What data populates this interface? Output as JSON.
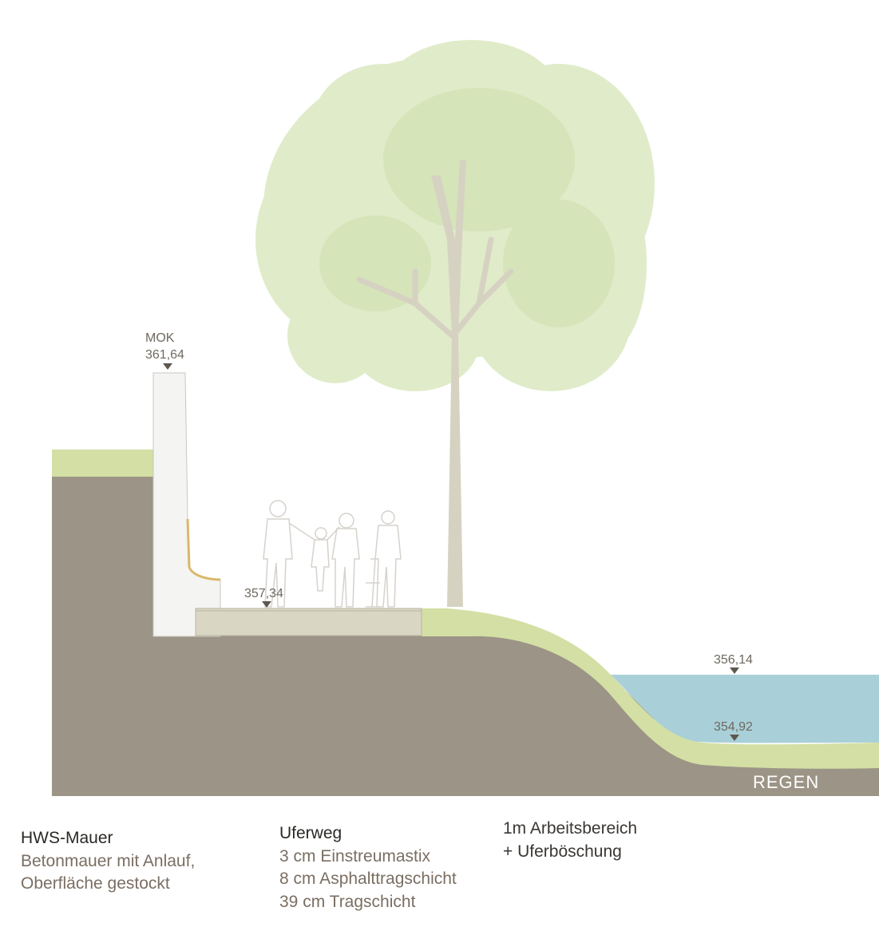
{
  "levels": {
    "wall_top_label": "MOK",
    "wall_top": "361,64",
    "path": "357,34",
    "water_high": "356,14",
    "water_low": "354,92"
  },
  "river_name": "REGEN",
  "captions": {
    "wall": {
      "title": "HWS-Mauer",
      "lines": [
        "Betonmauer mit Anlauf,",
        "Oberfläche gestockt"
      ]
    },
    "path": {
      "title": "Uferweg",
      "lines": [
        "3 cm Einstreumastix",
        "8 cm Asphalttragschicht",
        "39 cm Tragschicht"
      ]
    },
    "work": {
      "lines": [
        "1m Arbeitsbereich",
        "+ Uferböschung"
      ]
    }
  },
  "colors": {
    "soil": "#9c9486",
    "grass": "#d3dfa4",
    "water": "#a9d0d8",
    "wall": "#f4f4f2",
    "path_fill": "#d9d6c4",
    "tree_canopy": "#dbe8c0",
    "trunk": "#d6d2c2"
  },
  "icons": [
    "level-marker-icon",
    "people-silhouettes-icon",
    "tree-icon"
  ]
}
